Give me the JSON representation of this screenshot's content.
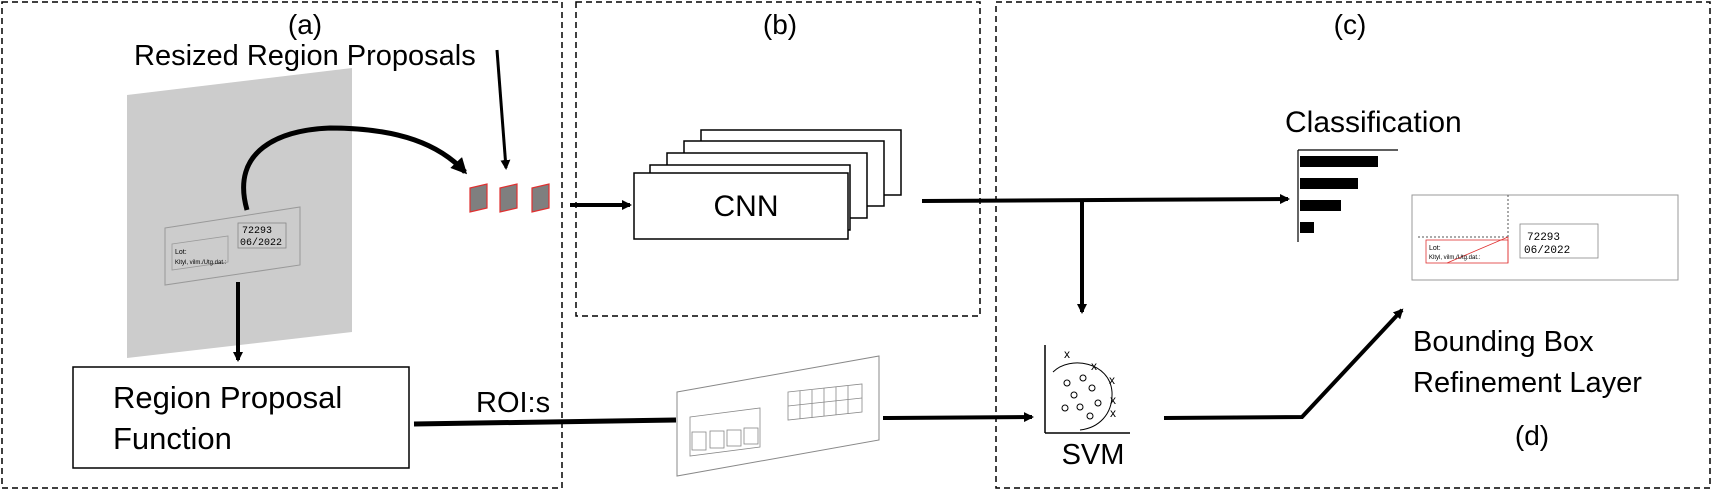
{
  "panels": {
    "a": "(a)",
    "b": "(b)",
    "c": "(c)",
    "d": "(d)"
  },
  "labels": {
    "resized_region_proposals": "Resized Region Proposals",
    "cnn": "CNN",
    "classification": "Classification",
    "region_proposal_line1": "Region Proposal",
    "region_proposal_line2": "Function",
    "rois": "ROI:s",
    "svm": "SVM",
    "bbox_line1": "Bounding Box",
    "bbox_line2": "Refinement Layer"
  },
  "label_card": {
    "lot": "Lot:",
    "code_line1": "72293",
    "code_line2": "06/2022",
    "small_text": "Kltyl, vilm./Utg.dat.:"
  },
  "classification_bars": [
    0.78,
    0.58,
    0.41,
    0.14
  ],
  "colors": {
    "line": "#000000",
    "panel_gray": "#cccccc",
    "proposal_fill": "#7f7f7f",
    "proposal_border": "#e03030"
  }
}
